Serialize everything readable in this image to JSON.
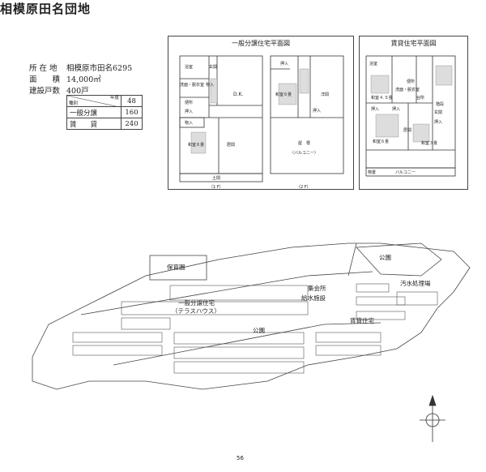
{
  "title": "相模原田名団地",
  "info": {
    "location_label": "所 在 地",
    "location_value": "相模原市田名6295",
    "area_label": "面　　積",
    "area_value": "14,000㎡",
    "units_label": "建設戸数",
    "units_value": "400戸"
  },
  "units_table": {
    "header_top": "年度",
    "header_bottom": "種別",
    "header_value": "48",
    "rows": [
      {
        "label": "一般分譲",
        "value": "160"
      },
      {
        "label": "賃　　貸",
        "value": "240"
      }
    ]
  },
  "plan_sale": {
    "title": "一般分譲住宅平面図",
    "f1_caption": "（1 F）",
    "f2_caption": "（2 F）",
    "f1_labels": {
      "yokushitsu": "浴室",
      "genkan": "玄関",
      "senmen": "洗面・脱衣室",
      "monoire1": "物入",
      "benjo1": "便所",
      "oshiire1": "押入",
      "dk": "D.K.",
      "monoire2": "物入",
      "washitsu6": "和室６畳",
      "ima": "居間",
      "doma": "土間"
    },
    "f2_labels": {
      "oshiire_a": "押入",
      "washitsu6": "和室６畳",
      "yoma": "洋間",
      "oshiire_b": "押入",
      "yane": "屋　根",
      "balcony": "（バルコニー）"
    }
  },
  "plan_rent": {
    "title": "賃貸住宅平面図",
    "labels": {
      "yokushitsu": "浴室",
      "washitsu45": "和室４.５畳",
      "benjo": "便所",
      "senmen": "洗面・脱衣室",
      "daidokoro": "台所",
      "kaidan": "階段",
      "oshiire_a": "押入",
      "oshiire_b": "押入",
      "genkan": "玄関",
      "ima": "居間",
      "oshiire_c": "押入",
      "washitsu6": "和室６畳",
      "washitsu3": "和室３畳",
      "monooki": "物置",
      "balcony": "バルコニー"
    }
  },
  "site_map": {
    "hoikuen": "保育園",
    "koen_top": "公園",
    "shukaisho": "集会所",
    "kyusui": "給水施設",
    "osui": "汚水処理場",
    "sale_housing": "一般分譲住宅",
    "terrace": "（テラスハウス）",
    "koen_center": "公園",
    "rent_housing": "賃貸住宅"
  },
  "page_number": "56"
}
